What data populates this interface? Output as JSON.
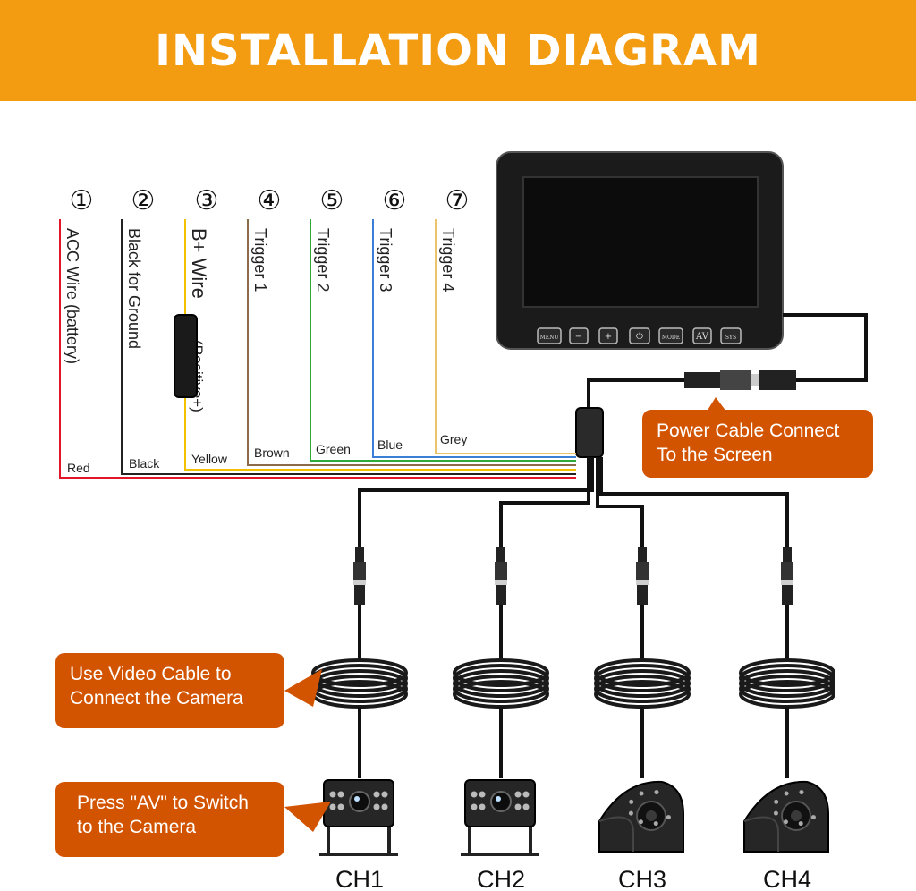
{
  "title": "INSTALLATION DIAGRAM",
  "colors": {
    "banner": "#F39C12",
    "callout": "#D35400",
    "wire_red": "#E0162B",
    "wire_black": "#222222",
    "wire_yellow": "#F2C200",
    "wire_brown": "#8B6B4A",
    "wire_green": "#2EAA3A",
    "wire_blue": "#3A7FD5",
    "wire_grey": "#E9C46A"
  },
  "wires": [
    {
      "number": "①",
      "label": "ACC Wire  (battery)",
      "color_name": "Red"
    },
    {
      "number": "②",
      "label": "Black for Ground",
      "color_name": "Black"
    },
    {
      "number": "③",
      "label": "B+ Wire",
      "sub": "(Positive+)",
      "color_name": "Yellow"
    },
    {
      "number": "④",
      "label": "Trigger  1",
      "color_name": "Brown"
    },
    {
      "number": "⑤",
      "label": "Trigger  2",
      "color_name": "Green"
    },
    {
      "number": "⑥",
      "label": "Trigger  3",
      "color_name": "Blue"
    },
    {
      "number": "⑦",
      "label": "Trigger  4",
      "color_name": "Grey"
    }
  ],
  "monitor_buttons": [
    "MENU",
    "−",
    "+",
    "⏻",
    "MODE",
    "AV",
    "SYS"
  ],
  "callouts": {
    "power": "Power Cable Connect\nTo the Screen",
    "video": "Use Video Cable to\nConnect the Camera",
    "av": "Press \"AV\" to Switch\nto the Camera"
  },
  "channels": [
    "CH1",
    "CH2",
    "CH3",
    "CH4"
  ]
}
